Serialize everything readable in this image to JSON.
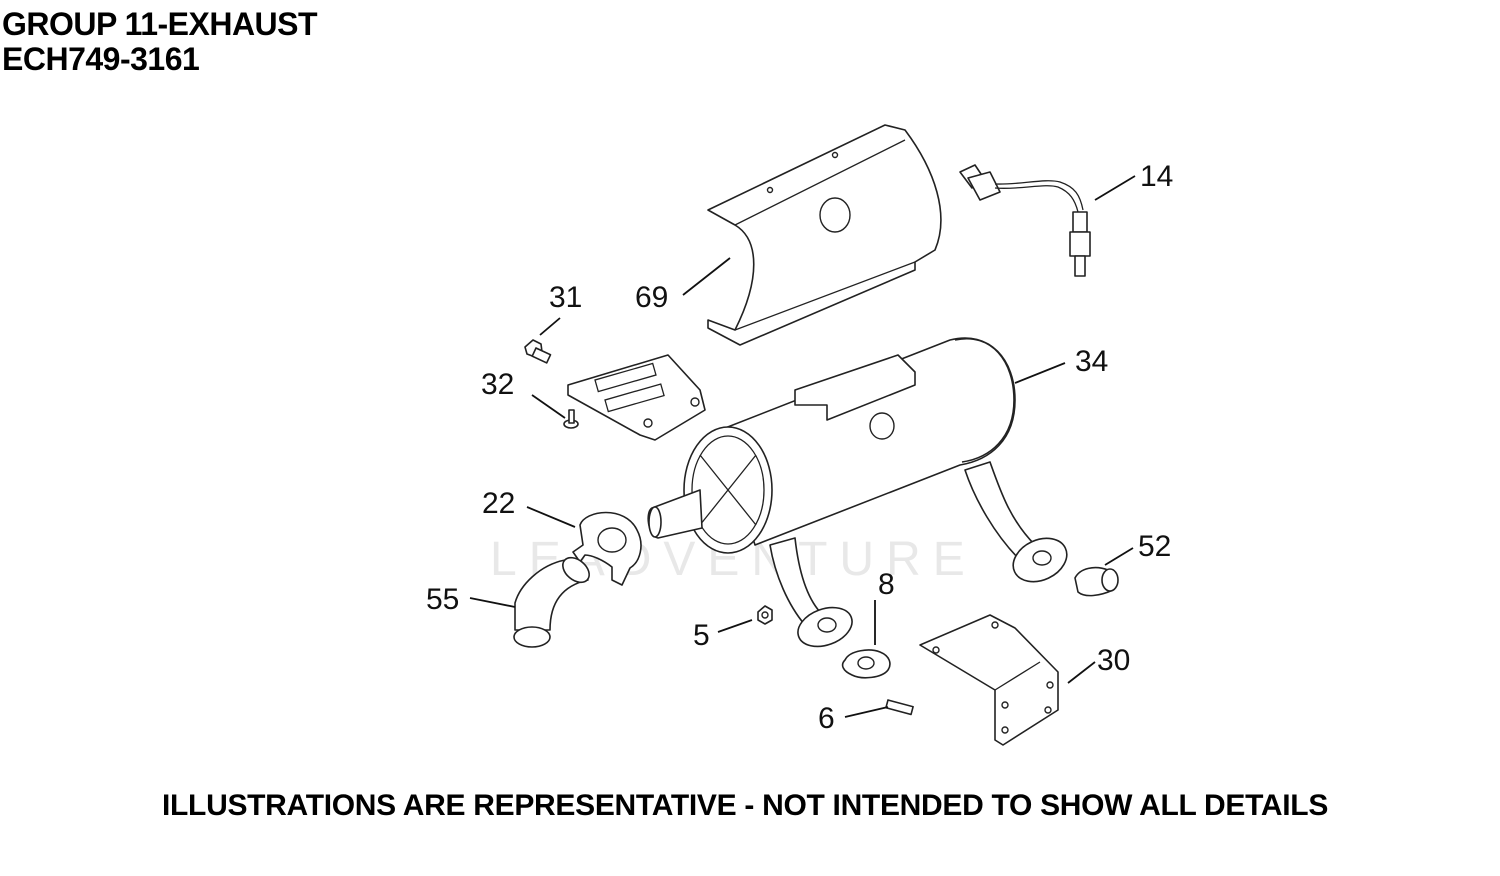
{
  "header": {
    "group_title": "GROUP 11-EXHAUST",
    "model": "ECH749-3161"
  },
  "watermark": "LEADVENTURE",
  "callouts": [
    {
      "id": "14",
      "part": "oxygen-sensor"
    },
    {
      "id": "69",
      "part": "heat-shield"
    },
    {
      "id": "31",
      "part": "bolt"
    },
    {
      "id": "32",
      "part": "screw"
    },
    {
      "id": "34",
      "part": "muffler"
    },
    {
      "id": "22",
      "part": "clamp"
    },
    {
      "id": "52",
      "part": "sleeve"
    },
    {
      "id": "55",
      "part": "elbow-tailpipe"
    },
    {
      "id": "8",
      "part": "gasket"
    },
    {
      "id": "5",
      "part": "nut"
    },
    {
      "id": "30",
      "part": "bracket"
    },
    {
      "id": "6",
      "part": "stud"
    }
  ],
  "footer": "ILLUSTRATIONS ARE REPRESENTATIVE - NOT INTENDED TO SHOW ALL DETAILS"
}
